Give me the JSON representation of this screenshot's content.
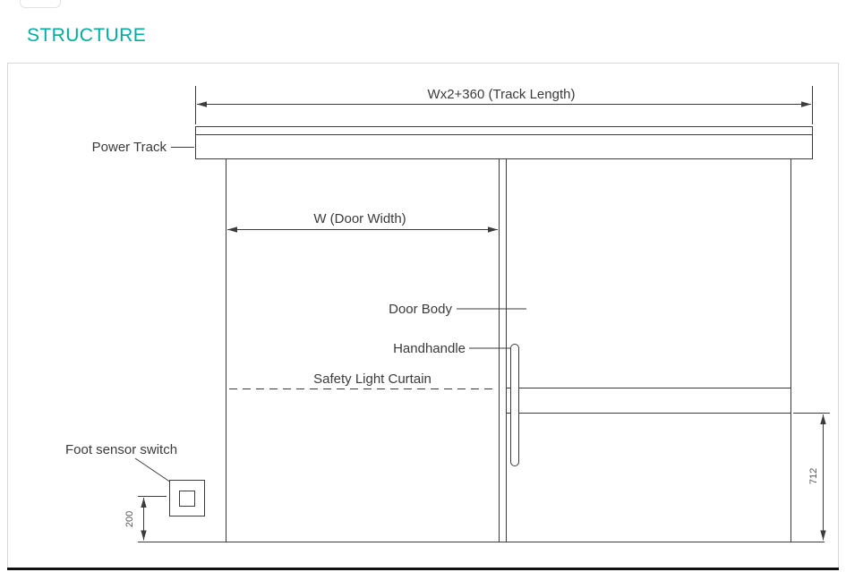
{
  "title": "STRUCTURE",
  "colors": {
    "accent": "#00ADA4",
    "line": "#3C3C3C",
    "frame_border": "#D8D8D8",
    "baseline_bar": "#111111"
  },
  "diagram": {
    "track_length_label": "Wx2+360 (Track Length)",
    "power_track_label": "Power Track",
    "door_width_label": "W (Door Width)",
    "door_body_label": "Door Body",
    "handhandle_label": "Handhandle",
    "safety_light_curtain_label": "Safety Light Curtain",
    "foot_sensor_label": "Foot sensor switch",
    "dim_floor_to_switch": "200",
    "dim_bar_to_floor": "712"
  }
}
